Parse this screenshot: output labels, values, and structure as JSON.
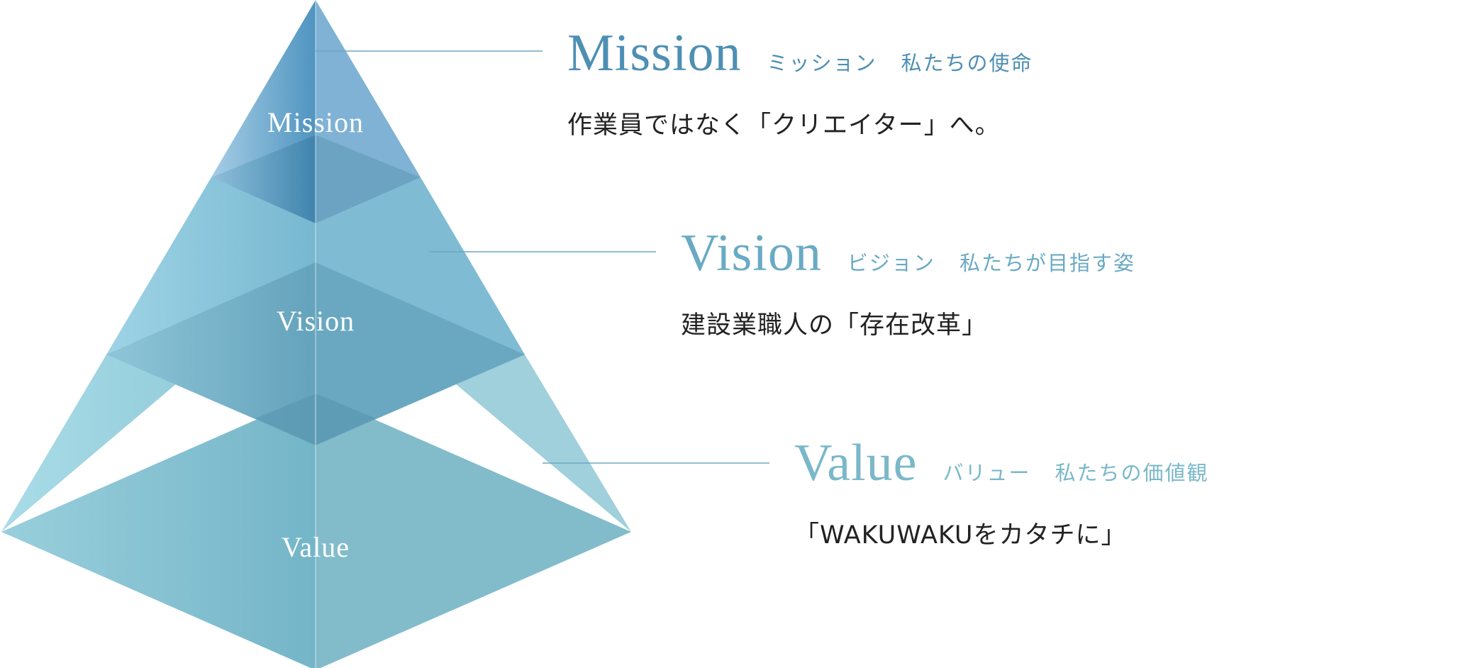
{
  "pyramid": {
    "labels": {
      "mission": "Mission",
      "vision": "Vision",
      "value": "Value"
    }
  },
  "entries": {
    "mission": {
      "title": "Mission",
      "reading": "ミッション",
      "meaning": "私たちの使命",
      "description": "作業員ではなく「クリエイター」へ。"
    },
    "vision": {
      "title": "Vision",
      "reading": "ビジョン",
      "meaning": "私たちが目指す姿",
      "description": "建設業職人の「存在改革」"
    },
    "value": {
      "title": "Value",
      "reading": "バリュー",
      "meaning": "私たちの価値観",
      "description": "「WAKUWAKUをカタチに」"
    }
  },
  "colors": {
    "mission_accent": "#4e8fb4",
    "vision_accent": "#6aaac4",
    "value_accent": "#7ab8c9",
    "body_text": "#222222",
    "connector_line": "#6ea7c2"
  }
}
